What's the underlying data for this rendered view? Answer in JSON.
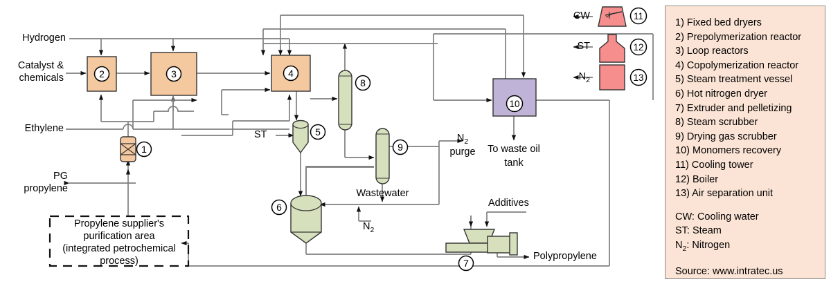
{
  "diagram": {
    "title": "Polypropylene production process flow diagram",
    "colors": {
      "reactor_orange": "#f5c9a0",
      "vessel_green": "#d7e0bd",
      "recovery_purple": "#c0b3d8",
      "utility_pink": "#f78e8e",
      "line": "#7f7f7f",
      "stroke": "#333333",
      "legend_bg": "#fbe4d5",
      "legend_border": "#8a8a8a"
    },
    "stream_labels": {
      "hydrogen": "Hydrogen",
      "catalyst_chemicals_l1": "Catalyst &",
      "catalyst_chemicals_l2": "chemicals",
      "ethylene": "Ethylene",
      "pg_propylene_l1": "PG",
      "pg_propylene_l2": "propylene",
      "steam_to_vessel": "ST",
      "n2_purge_l1": "N",
      "n2_purge_sub": "2",
      "n2_purge_l2": "purge",
      "waste_oil_l1": "To waste oil",
      "waste_oil_l2": "tank",
      "wastewater": "Wastewater",
      "nitrogen_dryer": "N",
      "nitrogen_dryer_sub": "2",
      "additives": "Additives",
      "polypropylene": "Polypropylene",
      "cooling_water_util": "CW",
      "steam_util": "ST",
      "nitrogen_util": "N",
      "nitrogen_util_sub": "2"
    },
    "offsite_block": {
      "line1": "Propylene supplier's",
      "line2": "purification area",
      "line3": "(integrated petrochemical",
      "line4": "process)"
    },
    "unit_tags": {
      "u1": "1",
      "u2": "2",
      "u3": "3",
      "u4": "4",
      "u5": "5",
      "u6": "6",
      "u7": "7",
      "u8": "8",
      "u9": "9",
      "u10": "10",
      "u11": "11",
      "u12": "12",
      "u13": "13"
    }
  },
  "legend": {
    "items": [
      "1) Fixed bed dryers",
      "2) Prepolymerization reactor",
      "3) Loop reactors",
      "4) Copolymerization reactor",
      "5) Steam treatment vessel",
      "6) Hot nitrogen dryer",
      "7) Extruder and pelletizing",
      "8) Steam scrubber",
      "9) Drying gas scrubber",
      "10) Monomers recovery",
      "11) Cooling tower",
      "12) Boiler",
      "13) Air separation unit"
    ],
    "abbreviations": [
      {
        "term": "CW",
        "sub": "",
        "definition": ": Cooling water"
      },
      {
        "term": "ST",
        "sub": "",
        "definition": ": Steam"
      },
      {
        "term": "N",
        "sub": "2",
        "definition": ": Nitrogen"
      }
    ],
    "source": "Source: www.intratec.us"
  }
}
